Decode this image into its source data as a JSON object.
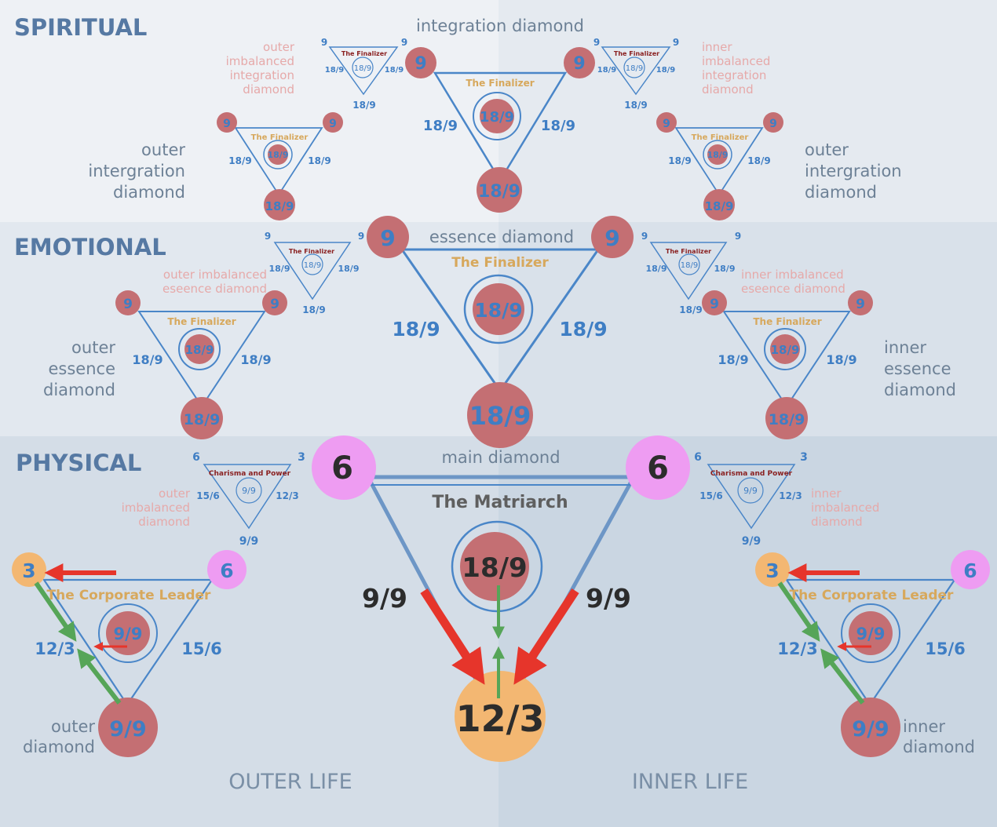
{
  "bands": {
    "spiritual": "SPIRITUAL",
    "emotional": "EMOTIONAL",
    "physical": "PHYSICAL"
  },
  "titles": {
    "integration_diamond": "integration diamond",
    "essence_diamond": "essence diamond",
    "main_diamond": "main diamond",
    "outer_imbalanced_integration": [
      "outer",
      "imbalanced",
      "integration",
      "diamond"
    ],
    "inner_imbalanced_integration": [
      "inner",
      "imbalanced",
      "integration",
      "diamond"
    ],
    "outer_integration_left": [
      "outer",
      "intergration",
      "diamond"
    ],
    "outer_integration_right": [
      "outer",
      "intergration",
      "diamond"
    ],
    "outer_imbalanced_essence": [
      "outer imbalanced",
      "eseence diamond"
    ],
    "inner_imbalanced_essence": [
      "inner imbalanced",
      "eseence diamond"
    ],
    "outer_essence": [
      "outer",
      "essence",
      "diamond"
    ],
    "inner_essence": [
      "inner",
      "essence",
      "diamond"
    ],
    "outer_imbalanced_physical": [
      "outer",
      "imbalanced",
      "diamond"
    ],
    "inner_imbalanced_physical": [
      "inner",
      "imbalanced",
      "diamond"
    ],
    "outer_diamond": [
      "outer",
      "diamond"
    ],
    "inner_diamond": [
      "inner",
      "diamond"
    ]
  },
  "footer": {
    "outer_life": "OUTER LIFE",
    "inner_life": "INNER LIFE"
  },
  "archetypes": {
    "finalizer": "The Finalizer",
    "matriarch": "The Matriarch",
    "corporate_leader": "The Corporate Leader",
    "charisma": "Charisma and Power"
  },
  "values": {
    "nine": "9",
    "eighteen_nine": "18/9",
    "six": "6",
    "three": "3",
    "nine_nine": "9/9",
    "twelve_three": "12/3",
    "fifteen_six": "15/6"
  },
  "colors": {
    "band_top": "#eaeef3",
    "band_mid": "#dde4ec",
    "band_bottom": "#cfd9e4",
    "band_label": "#5679a3",
    "line": "#4a86c8",
    "number_blue": "#3f7ec4",
    "red_circle": "#c46f73",
    "pink_circle": "#ee9cf2",
    "orange_circle": "#f3b772",
    "gold_text": "#d7a85c",
    "dark_red_text": "#8a2121",
    "faint_red_text": "#e6a9a9",
    "gray_text": "#6d8196",
    "dark_text": "#2c2c2c",
    "red_arrow": "#e6352b",
    "green_arrow": "#56a558"
  }
}
